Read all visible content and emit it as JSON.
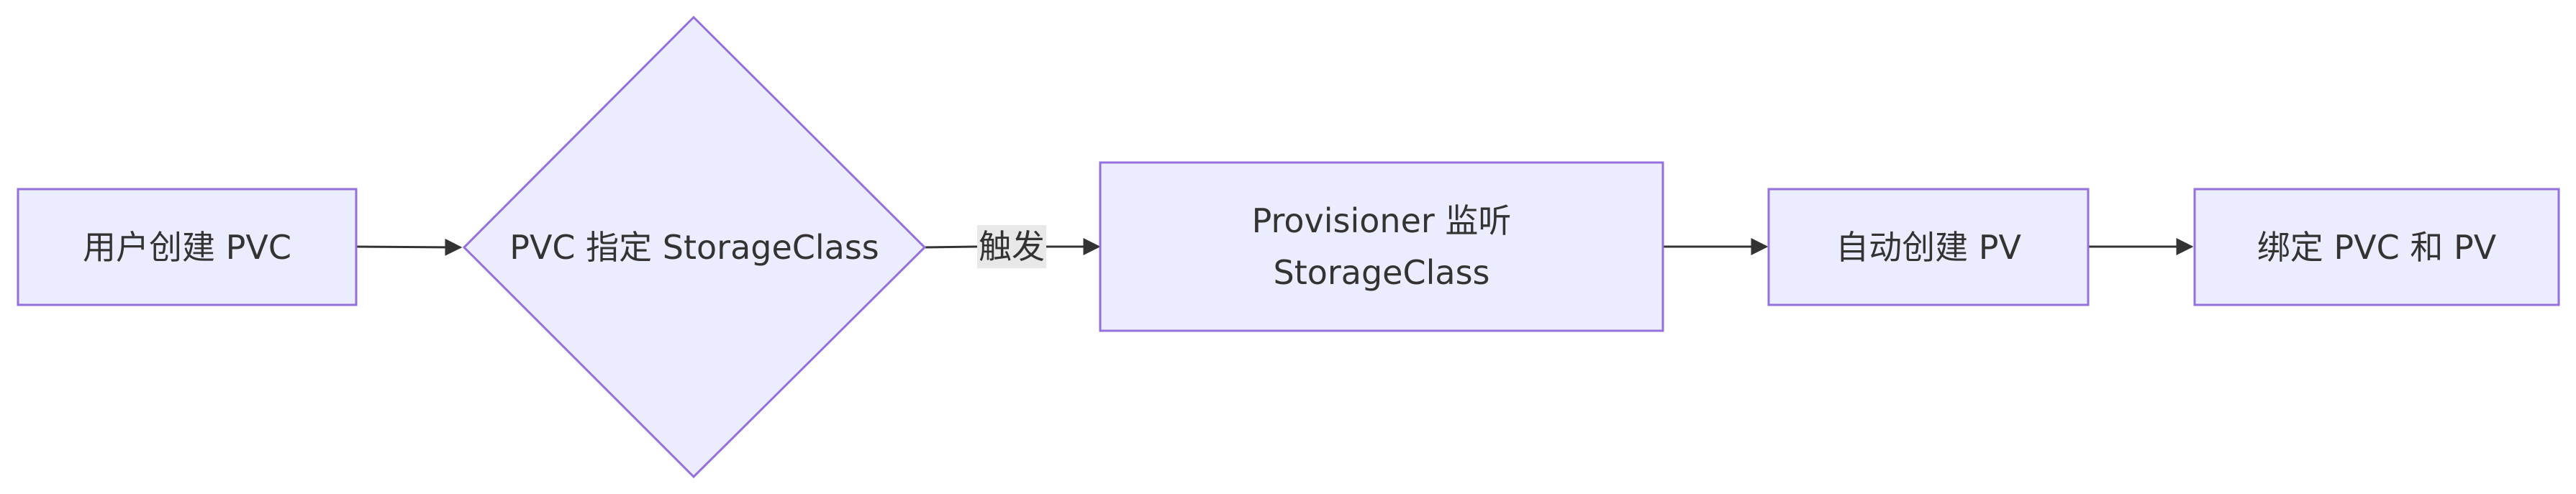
{
  "diagram": {
    "type": "flowchart",
    "direction": "LR",
    "colors": {
      "node_fill": "#ECECFF",
      "node_stroke": "#9370DB",
      "edge": "#333333",
      "edge_label_bg": "#e8e8e8"
    },
    "nodes": {
      "user_create_pvc": "用户创建 PVC",
      "pvc_storageclass": "PVC 指定 StorageClass",
      "provisioner_line1": "Provisioner 监听",
      "provisioner_line2": "StorageClass",
      "auto_create_pv": "自动创建 PV",
      "bind_pvc_pv": "绑定 PVC 和 PV"
    },
    "edges": {
      "trigger_label": "触发"
    }
  }
}
